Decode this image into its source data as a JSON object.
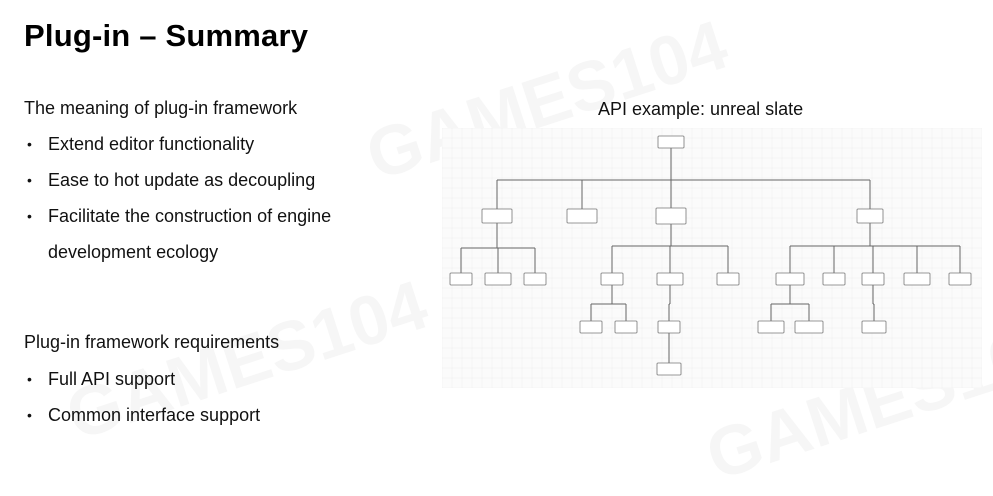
{
  "slide": {
    "title": "Plug-in – Summary",
    "section1": {
      "heading": "The meaning of plug-in framework",
      "bullets": [
        {
          "line1": "Extend editor functionality",
          "line2": ""
        },
        {
          "line1": "Ease to hot update as decoupling",
          "line2": ""
        },
        {
          "line1": "Facilitate the construction of engine",
          "line2": "development ecology"
        }
      ]
    },
    "section2": {
      "heading": "Plug-in framework requirements",
      "bullets": [
        "Full API support",
        "Common interface support"
      ]
    },
    "diagram": {
      "caption": "API example: unreal slate"
    },
    "watermark_text": "GAMES104",
    "bullet_glyph": "•"
  }
}
